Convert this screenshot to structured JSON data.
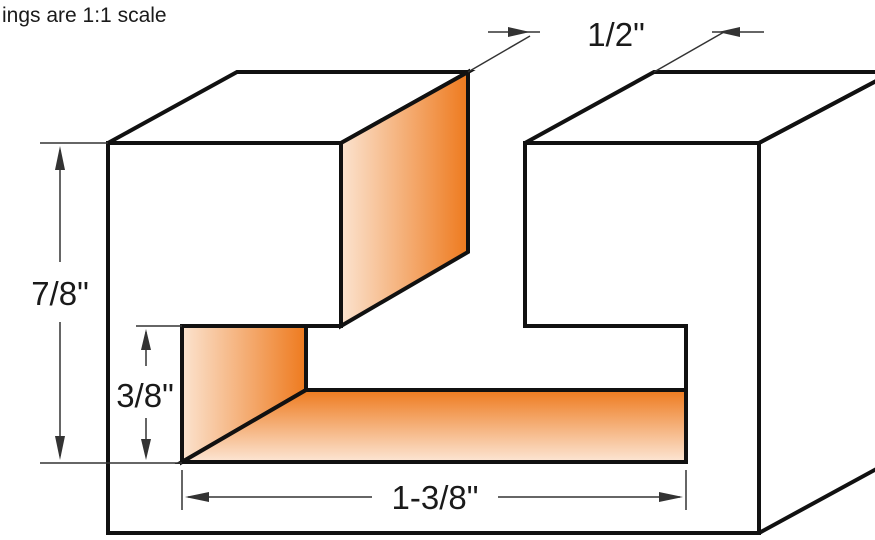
{
  "diagram": {
    "scale_note": "ings are 1:1 scale",
    "dimensions": {
      "overall_height": "7/8\"",
      "slot_depth": "3/8\"",
      "slot_width": "1-3/8\"",
      "neck_width": "1/2\""
    },
    "colors": {
      "outline": "#111111",
      "cut_face_light": "#fbe3cf",
      "cut_face_dark": "#ee7a1e",
      "background": "#ffffff"
    }
  }
}
